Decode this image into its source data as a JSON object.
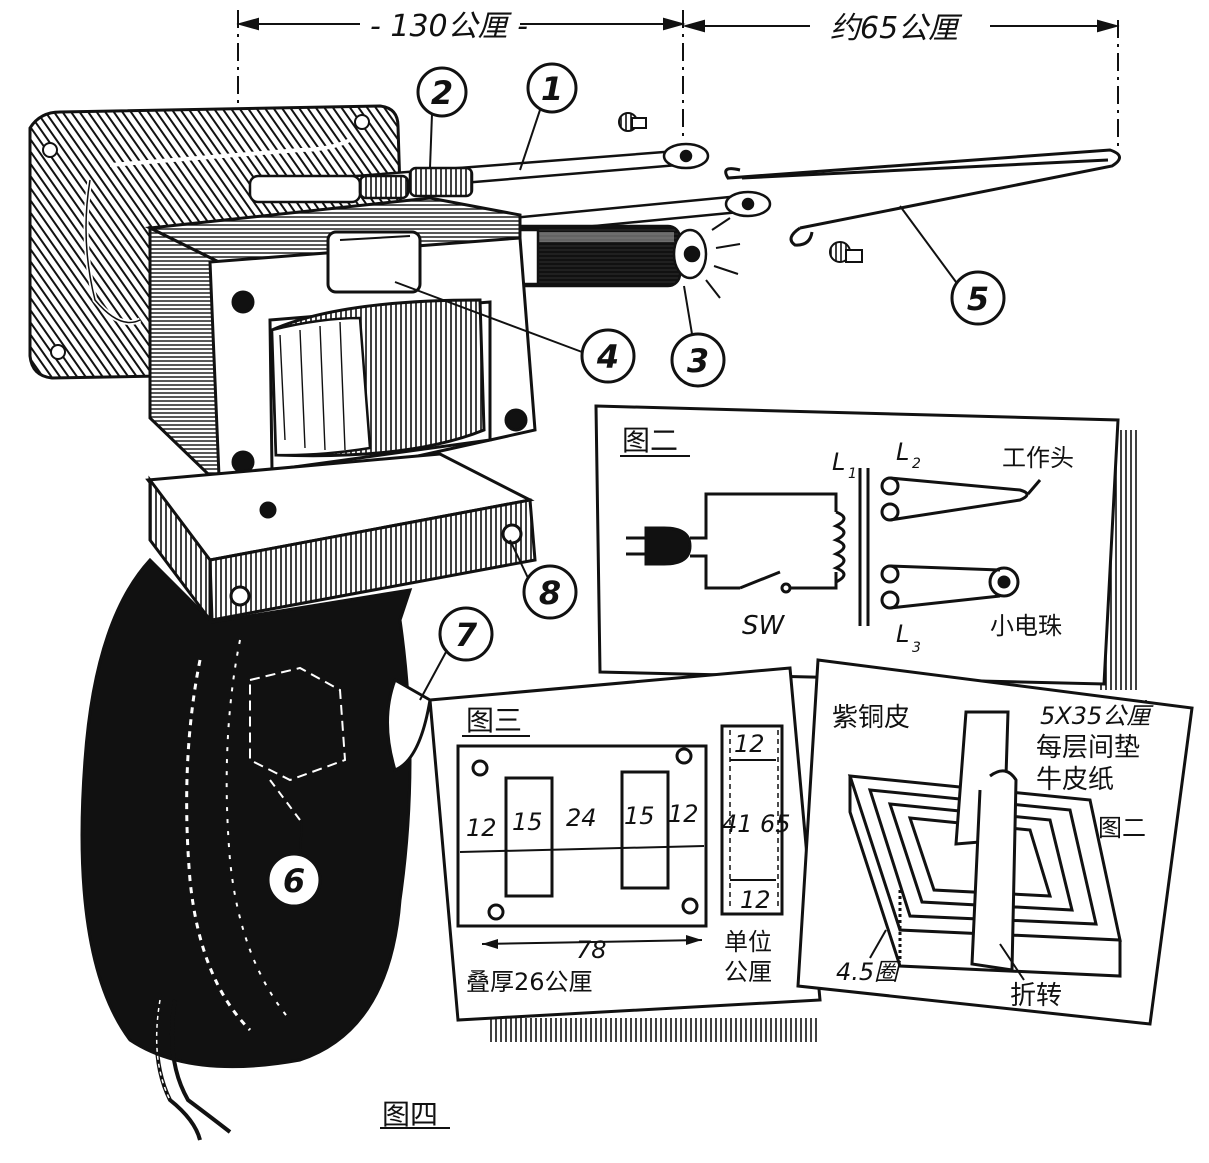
{
  "dimensions": {
    "total_width": "- 130公厘 -",
    "probe_length": "约65公厘"
  },
  "parts": {
    "p1": "1",
    "p2": "2",
    "p3": "3",
    "p4": "4",
    "p5": "5",
    "p6": "6",
    "p7": "7",
    "p8": "8"
  },
  "fig2": {
    "title": "图二",
    "L1": "L",
    "L1_sub": "1",
    "L2": "L",
    "L2_sub": "2",
    "L3": "L",
    "L3_sub": "3",
    "tip": "工作头",
    "sw": "SW",
    "bulb": "小电珠"
  },
  "fig3": {
    "title": "图三",
    "dims": [
      "12",
      "15",
      "24",
      "15",
      "12"
    ],
    "right_top": "12",
    "right_mid_inner": "41",
    "right_mid_outer": "65",
    "right_bottom": "12",
    "width": "78",
    "stack": "叠厚26公厘",
    "unit_1": "单位",
    "unit_2": "公厘"
  },
  "fig_coil": {
    "title": "图二",
    "copper": "紫铜皮",
    "size": "5X35公厘",
    "layer_1": "每层间垫",
    "layer_2": "牛皮纸",
    "turns": "4.5圈",
    "fold": "折转"
  },
  "fig4": {
    "title": "图四"
  },
  "colors": {
    "ink": "#111111",
    "paper": "#ffffff"
  }
}
